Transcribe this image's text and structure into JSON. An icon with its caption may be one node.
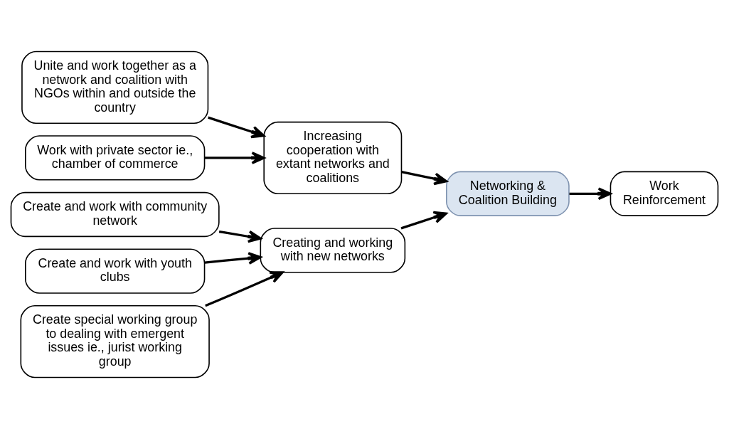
{
  "diagram": {
    "nodes": [
      {
        "text": [
          "Unite and work together as a network and coalition with NGOs within and outside the country"
        ]
      },
      {
        "text": [
          "Work with private sector ie., chamber of commerce"
        ]
      },
      {
        "text": [
          "Create and work with community network"
        ]
      },
      {
        "text": [
          "Create and work with youth clubs"
        ]
      },
      {
        "text": [
          "Create special working group to dealing with emergent issues ie., jurist working group"
        ]
      },
      {
        "text": [
          "Increasing cooperation with extant networks and coalitions"
        ]
      },
      {
        "text": [
          "Creating and working with new networks"
        ]
      },
      {
        "text": [
          "Networking & Coalition Building"
        ]
      },
      {
        "text": [
          "Work Reinforcement"
        ]
      }
    ],
    "edges": [
      {
        "from": 0,
        "to": 5,
        "arrow": "to"
      },
      {
        "from": 1,
        "to": 5,
        "arrow": "to"
      },
      {
        "from": 2,
        "to": 6,
        "arrow": "to"
      },
      {
        "from": 3,
        "to": 6,
        "arrow": "to"
      },
      {
        "from": 4,
        "to": 6,
        "arrow": "to"
      },
      {
        "from": 5,
        "to": 7,
        "arrow": "to"
      },
      {
        "from": 6,
        "to": 7,
        "arrow": "to"
      },
      {
        "from": 7,
        "to": 8,
        "arrow": "to"
      }
    ]
  }
}
